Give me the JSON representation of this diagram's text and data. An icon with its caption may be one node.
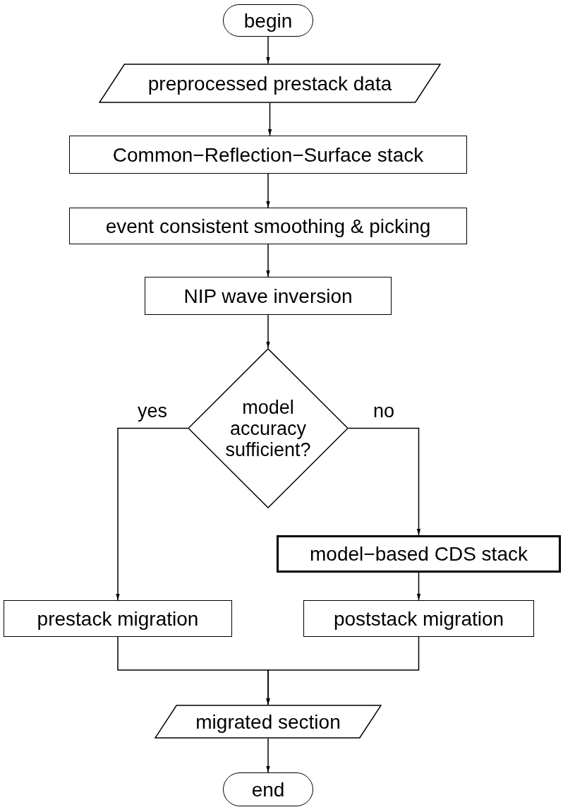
{
  "diagram": {
    "nodes": [
      {
        "text": [
          "begin"
        ]
      },
      {
        "text": [
          "preprocessed prestack data"
        ]
      },
      {
        "text": [
          "Common−Reflection−Surface stack"
        ]
      },
      {
        "text": [
          "event consistent smoothing & picking"
        ]
      },
      {
        "text": [
          "NIP wave inversion"
        ]
      },
      {
        "text": [
          "model accuracy sufficient?"
        ]
      },
      {
        "text": [
          "model−based CDS stack"
        ]
      },
      {
        "text": [
          "prestack migration"
        ]
      },
      {
        "text": [
          "poststack migration"
        ]
      },
      {
        "text": [
          "migrated section"
        ]
      },
      {
        "text": [
          "end"
        ]
      }
    ],
    "edges": [
      {
        "from": 0,
        "to": 1,
        "arrow": "to"
      },
      {
        "from": 1,
        "to": 2,
        "arrow": "to"
      },
      {
        "from": 2,
        "to": 3,
        "arrow": "to"
      },
      {
        "from": 3,
        "to": 4,
        "arrow": "to"
      },
      {
        "from": 4,
        "to": 5,
        "arrow": "to"
      },
      {
        "from": 5,
        "to": 7,
        "arrow": "to",
        "label": "yes"
      },
      {
        "from": 5,
        "to": 6,
        "arrow": "to",
        "label": "no"
      },
      {
        "from": 6,
        "to": 8,
        "arrow": "to"
      },
      {
        "from": 7,
        "to": 9,
        "arrow": "to"
      },
      {
        "from": 8,
        "to": 9,
        "arrow": "to"
      },
      {
        "from": 9,
        "to": 10,
        "arrow": "to"
      }
    ]
  }
}
